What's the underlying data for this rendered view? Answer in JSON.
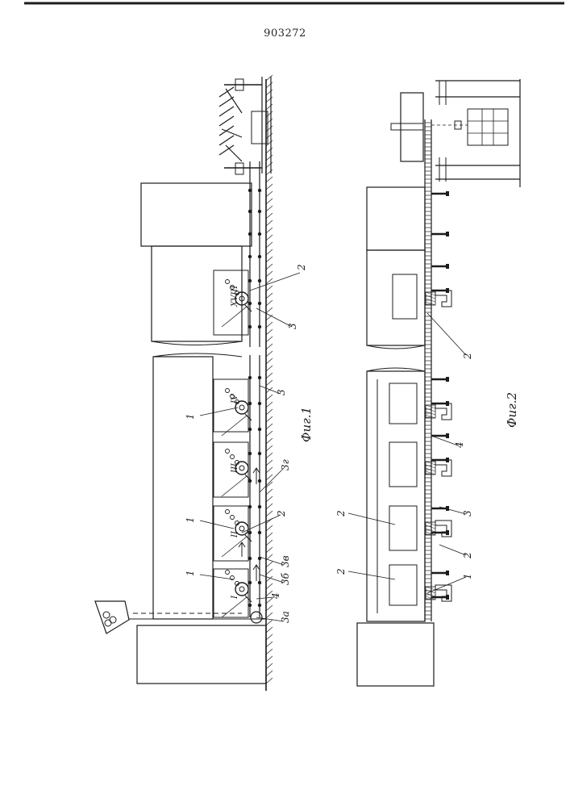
{
  "header": {
    "document_number": "903272"
  },
  "fig1": {
    "caption": "Фиг.1",
    "chambers": [
      "I",
      "II",
      "III",
      "IV",
      "XVIII"
    ],
    "callouts": {
      "furnace": "1",
      "manipulator": "2",
      "conveyor": "3",
      "conveyor_a": "3а",
      "conveyor_b": "3б",
      "conveyor_c": "3в",
      "conveyor_d": "3г",
      "drive": "4"
    }
  },
  "fig2": {
    "caption": "Фиг.2",
    "callouts": {
      "furnace": "1",
      "manipulator": "2",
      "conveyor": "3",
      "drive": "4"
    }
  },
  "colors": {
    "ink": "#1c1c1c",
    "paper": "#ffffff"
  }
}
